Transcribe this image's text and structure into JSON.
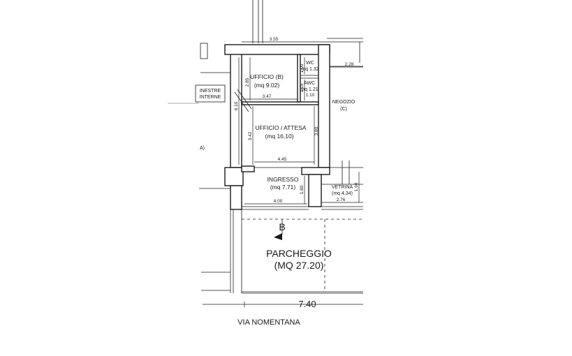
{
  "rooms": {
    "ufficio_b": {
      "name": "UFFICIO (B)",
      "area": "(mq 9.02)"
    },
    "wc": {
      "name": "WC",
      "area": "mq 1.32"
    },
    "awc": {
      "name": "AWC",
      "area": "mq 1.21"
    },
    "ufficio_attesa": {
      "name": "UFFICIO / ATTESA",
      "area": "(mq 16,10)"
    },
    "ingresso": {
      "name": "INGRESSO",
      "area": "(mq 7.71)"
    },
    "vetrina": {
      "name": "VETRINA",
      "area": "(mq 4,34)"
    },
    "negozio": {
      "name": "NEGOZIO",
      "area": "(C)"
    },
    "parcheggio": {
      "name": "PARCHEGGIO",
      "area": "(MQ 27.20)"
    }
  },
  "labels": {
    "finestre_line1": "INESTRE",
    "finestre_line2": "INTERNE",
    "left_a": "A)",
    "section_marker": "B",
    "street": "VIA NOMENTANA"
  },
  "dimensions": {
    "top_width": "3.55",
    "right_top": "2.28",
    "ufficio_height": "2.85",
    "wc_height": "1.00",
    "awc_height": "1.19",
    "awc_width": "1.10",
    "ufficio_width": "3.47",
    "total_height": "6.10",
    "attesa_height": "3.42",
    "attesa_right_height": "3.80",
    "attesa_width": "4.45",
    "ingresso_height": "1.80",
    "vetrina_height": "1.60",
    "ingresso_width": "4.00",
    "vetrina_width": "2.76",
    "parcheggio_width": "7.40"
  }
}
